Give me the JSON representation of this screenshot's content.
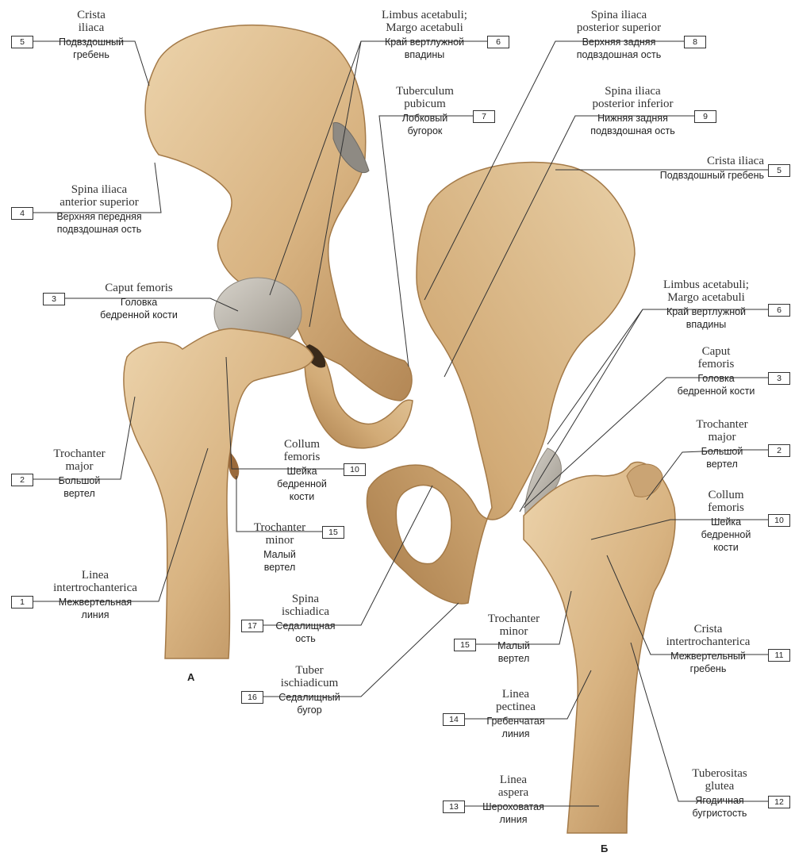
{
  "figure_letters": [
    "А",
    "Б"
  ],
  "labels": [
    {
      "num": "5",
      "latin": [
        "Crista",
        "iliaca"
      ],
      "russian": [
        "Подвздошный",
        "гребень"
      ]
    },
    {
      "num": "4",
      "latin": [
        "Spina iliaca",
        "anterior superior"
      ],
      "russian": [
        "Верхняя передняя",
        "подвздошная ость"
      ]
    },
    {
      "num": "3",
      "latin": [
        "Caput femoris"
      ],
      "russian": [
        "Головка",
        "бедренной кости"
      ]
    },
    {
      "num": "2",
      "latin": [
        "Trochanter",
        "major"
      ],
      "russian": [
        "Большой",
        "вертел"
      ]
    },
    {
      "num": "1",
      "latin": [
        "Linea",
        "intertrochanterica"
      ],
      "russian": [
        "Межвертельная",
        "линия"
      ]
    },
    {
      "num": "6",
      "latin": [
        "Limbus acetabuli;",
        "Margo acetabuli"
      ],
      "russian": [
        "Край вертлужной",
        "впадины"
      ]
    },
    {
      "num": "7",
      "latin": [
        "Tuberculum",
        "pubicum"
      ],
      "russian": [
        "Лобковый",
        "бугорок"
      ]
    },
    {
      "num": "10",
      "latin": [
        "Collum",
        "femoris"
      ],
      "russian": [
        "Шейка",
        "бедренной",
        "кости"
      ]
    },
    {
      "num": "15",
      "latin": [
        "Trochanter",
        "minor"
      ],
      "russian": [
        "Малый",
        "вертел"
      ]
    },
    {
      "num": "17",
      "latin": [
        "Spina",
        "ischiadica"
      ],
      "russian": [
        "Седалищная",
        "ость"
      ]
    },
    {
      "num": "16",
      "latin": [
        "Tuber",
        "ischiadicum"
      ],
      "russian": [
        "Седалищный",
        "бугор"
      ]
    },
    {
      "num": "8",
      "latin": [
        "Spina iliaca",
        "posterior superior"
      ],
      "russian": [
        "Верхняя задняя",
        "подвздошная ость"
      ]
    },
    {
      "num": "9",
      "latin": [
        "Spina iliaca",
        "posterior inferior"
      ],
      "russian": [
        "Нижняя задняя",
        "подвздошная ость"
      ]
    },
    {
      "num": "5",
      "latin": [
        "Crista iliaca"
      ],
      "russian": [
        "Подвздошный гребень"
      ]
    },
    {
      "num": "6",
      "latin": [
        "Limbus acetabuli;",
        "Margo acetabuli"
      ],
      "russian": [
        "Край вертлужной",
        "впадины"
      ]
    },
    {
      "num": "3",
      "latin": [
        "Caput",
        "femoris"
      ],
      "russian": [
        "Головка",
        "бедренной кости"
      ]
    },
    {
      "num": "2",
      "latin": [
        "Trochanter",
        "major"
      ],
      "russian": [
        "Большой",
        "вертел"
      ]
    },
    {
      "num": "10",
      "latin": [
        "Collum",
        "femoris"
      ],
      "russian": [
        "Шейка",
        "бедренной",
        "кости"
      ]
    },
    {
      "num": "15",
      "latin": [
        "Trochanter",
        "minor"
      ],
      "russian": [
        "Малый",
        "вертел"
      ]
    },
    {
      "num": "11",
      "latin": [
        "Crista",
        "intertrochanterica"
      ],
      "russian": [
        "Межвертельный",
        "гребень"
      ]
    },
    {
      "num": "14",
      "latin": [
        "Linea",
        "pectinea"
      ],
      "russian": [
        "Гребенчатая",
        "линия"
      ]
    },
    {
      "num": "13",
      "latin": [
        "Linea",
        "aspera"
      ],
      "russian": [
        "Шероховатая",
        "линия"
      ]
    },
    {
      "num": "12",
      "latin": [
        "Tuberositas",
        "glutea"
      ],
      "russian": [
        "Ягодичная",
        "бугристость"
      ]
    }
  ],
  "colors": {
    "bone": "#dcb98a",
    "bone_shadow": "#b48a58",
    "cartilage": "#b9b3a8",
    "line": "#333333"
  }
}
